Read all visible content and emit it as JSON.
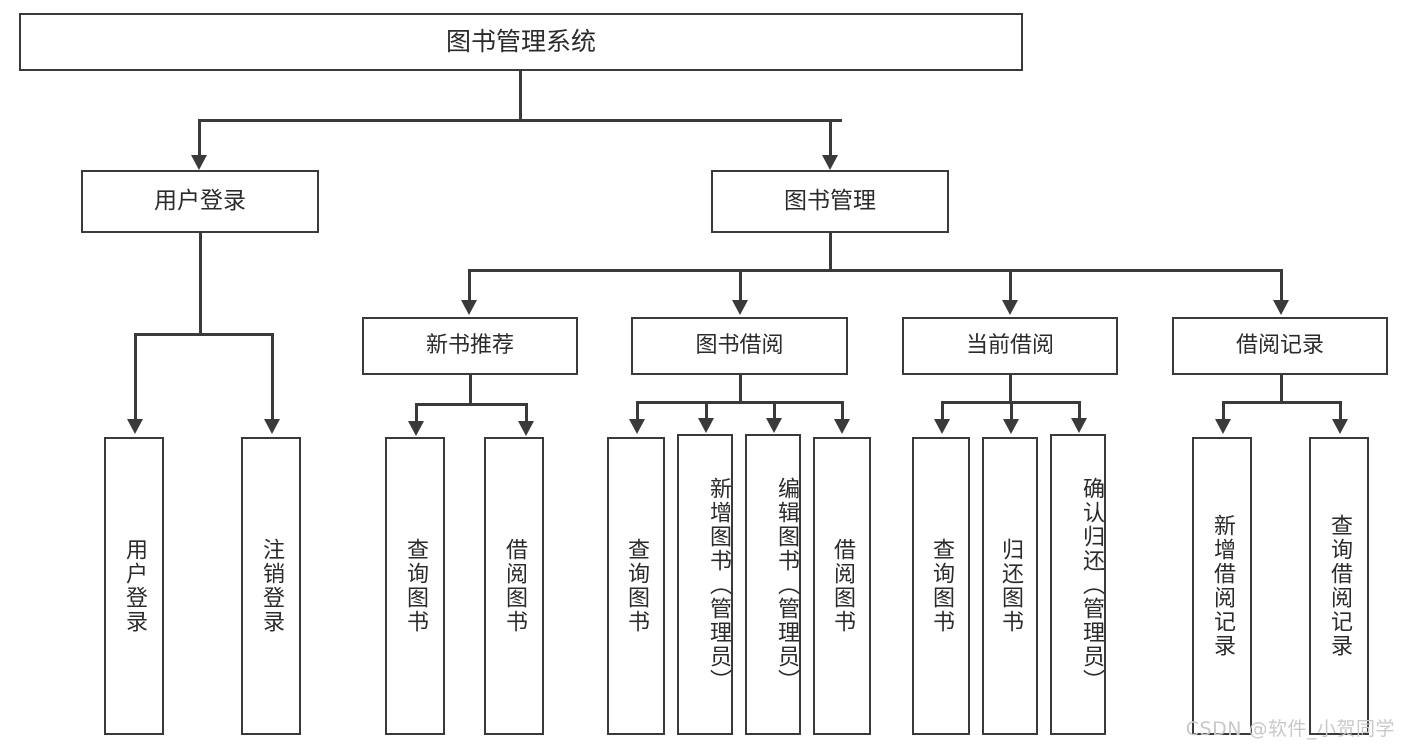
{
  "diagram": {
    "type": "hierarchy-tree",
    "orientation": "top-down",
    "root": {
      "label": "图书管理系统"
    },
    "level2": [
      {
        "label": "用户登录"
      },
      {
        "label": "图书管理"
      }
    ],
    "level3": [
      {
        "label": "新书推荐"
      },
      {
        "label": "图书借阅"
      },
      {
        "label": "当前借阅"
      },
      {
        "label": "借阅记录"
      }
    ],
    "leaves": {
      "user_login": [
        {
          "label": "用户登录"
        },
        {
          "label": "注销登录"
        }
      ],
      "new_book_recommend": [
        {
          "label": "查询图书"
        },
        {
          "label": "借阅图书"
        }
      ],
      "book_borrow": [
        {
          "label": "查询图书"
        },
        {
          "label": "新增图书（管理员）"
        },
        {
          "label": "编辑图书（管理员）"
        },
        {
          "label": "借阅图书"
        }
      ],
      "current_borrow": [
        {
          "label": "查询图书"
        },
        {
          "label": "归还图书"
        },
        {
          "label": "确认归还（管理员）"
        }
      ],
      "borrow_record": [
        {
          "label": "新增借阅记录"
        },
        {
          "label": "查询借阅记录"
        }
      ]
    }
  },
  "watermark": {
    "text": "CSDN @软件_小贺同学"
  },
  "colors": {
    "stroke": "#3a3a3a",
    "text": "#2b2b2b",
    "background": "#ffffff",
    "watermark": "#c9c9c9"
  }
}
